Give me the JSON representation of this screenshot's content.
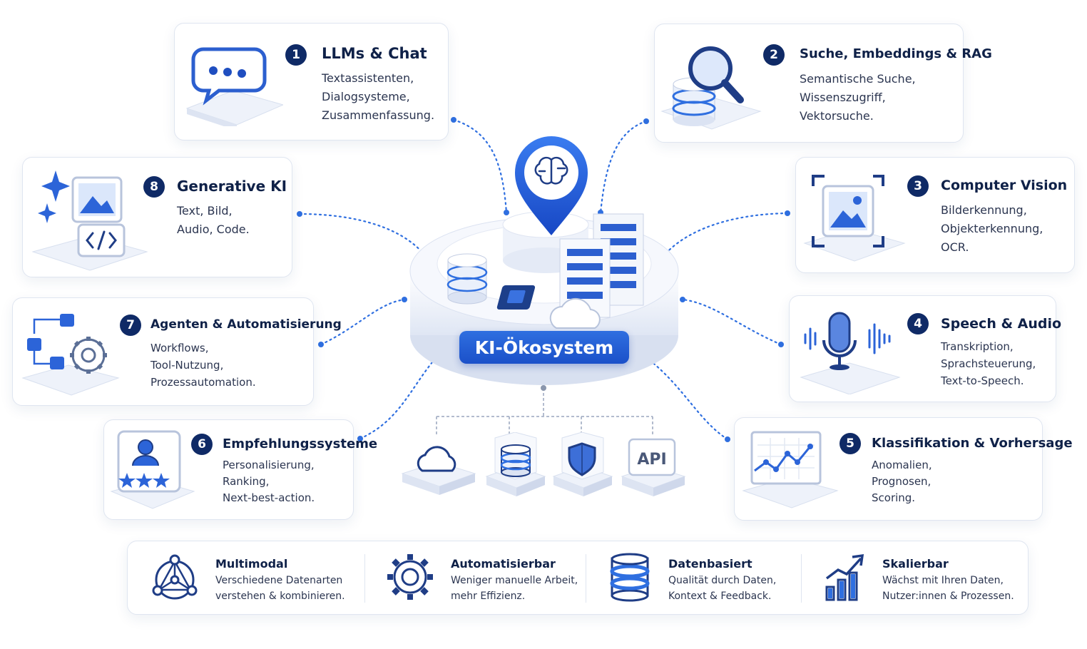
{
  "hub": {
    "label": "KI-Ökosystem"
  },
  "cards": [
    {
      "num": "1",
      "title": "LLMs & Chat",
      "lines": [
        "Textassistenten,",
        "Dialogsysteme,",
        "Zusammenfassung."
      ],
      "icon": "chat-bubble-icon"
    },
    {
      "num": "2",
      "title": "Suche, Embeddings & RAG",
      "lines": [
        "Semantische Suche,",
        "Wissenszugriff,",
        "Vektorsuche."
      ],
      "icon": "magnifier-database-icon"
    },
    {
      "num": "3",
      "title": "Computer Vision",
      "lines": [
        "Bilderkennung,",
        "Objekterkennung,",
        "OCR."
      ],
      "icon": "image-frame-icon"
    },
    {
      "num": "4",
      "title": "Speech & Audio",
      "lines": [
        "Transkription,",
        "Sprachsteuerung,",
        "Text-to-Speech."
      ],
      "icon": "microphone-icon"
    },
    {
      "num": "5",
      "title": "Klassifikation & Vorhersage",
      "lines": [
        "Anomalien,",
        "Prognosen,",
        "Scoring."
      ],
      "icon": "line-chart-icon"
    },
    {
      "num": "6",
      "title": "Empfehlungssysteme",
      "lines": [
        "Personalisierung,",
        "Ranking,",
        "Next-best-action."
      ],
      "icon": "user-rating-icon"
    },
    {
      "num": "7",
      "title": "Agenten & Automatisierung",
      "lines": [
        "Workflows,",
        "Tool-Nutzung,",
        "Prozessautomation."
      ],
      "icon": "workflow-gear-icon"
    },
    {
      "num": "8",
      "title": "Generative KI",
      "lines": [
        "Text,  Bild,",
        "Audio, Code."
      ],
      "icon": "sparkle-image-code-icon"
    }
  ],
  "platform": {
    "api_label": "API"
  },
  "features": [
    {
      "title": "Multimodal",
      "lines": [
        "Verschiedene Datenarten",
        "verstehen & kombinieren."
      ],
      "icon": "network-nodes-icon"
    },
    {
      "title": "Automatisierbar",
      "lines": [
        "Weniger manuelle Arbeit,",
        "mehr Effizienz."
      ],
      "icon": "gear-icon"
    },
    {
      "title": "Datenbasiert",
      "lines": [
        "Qualität durch Daten,",
        "Kontext & Feedback."
      ],
      "icon": "database-icon"
    },
    {
      "title": "Skalierbar",
      "lines": [
        "Wächst mit Ihren Daten,",
        "Nutzer:innen & Prozessen."
      ],
      "icon": "growth-chart-icon"
    }
  ],
  "colors": {
    "accent": "#1f5ad6",
    "navy": "#0f2a66",
    "border": "#dfe5f0"
  }
}
